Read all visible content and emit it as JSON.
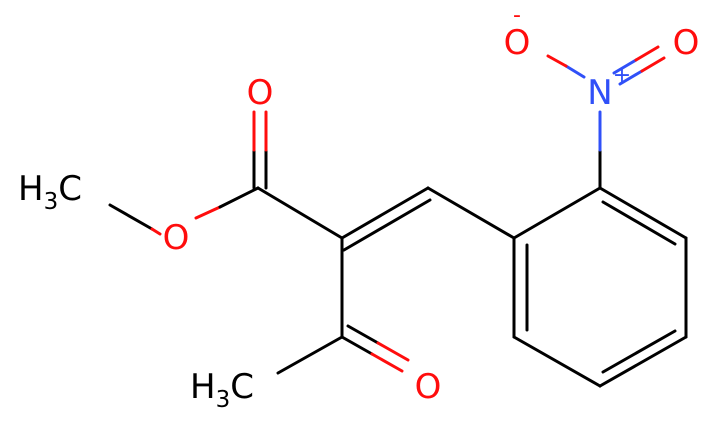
{
  "molecule": {
    "colors": {
      "bond": "#000000",
      "oxygen": "#ff0d0d",
      "nitrogen": "#3050f8",
      "carbon": "#000000"
    },
    "labels": {
      "ester_carbonyl_o": "O",
      "ester_ether_o": "O",
      "ketone_o": "O",
      "nitro_n": "N",
      "nitro_n_charge": "+",
      "nitro_o_double": "O",
      "nitro_o_minus": "O",
      "nitro_o_minus_charge": "-",
      "methoxy_h": "H",
      "methoxy_sub": "3",
      "methoxy_c": "C",
      "acetyl_h": "H",
      "acetyl_sub": "3",
      "acetyl_c": "C"
    }
  }
}
